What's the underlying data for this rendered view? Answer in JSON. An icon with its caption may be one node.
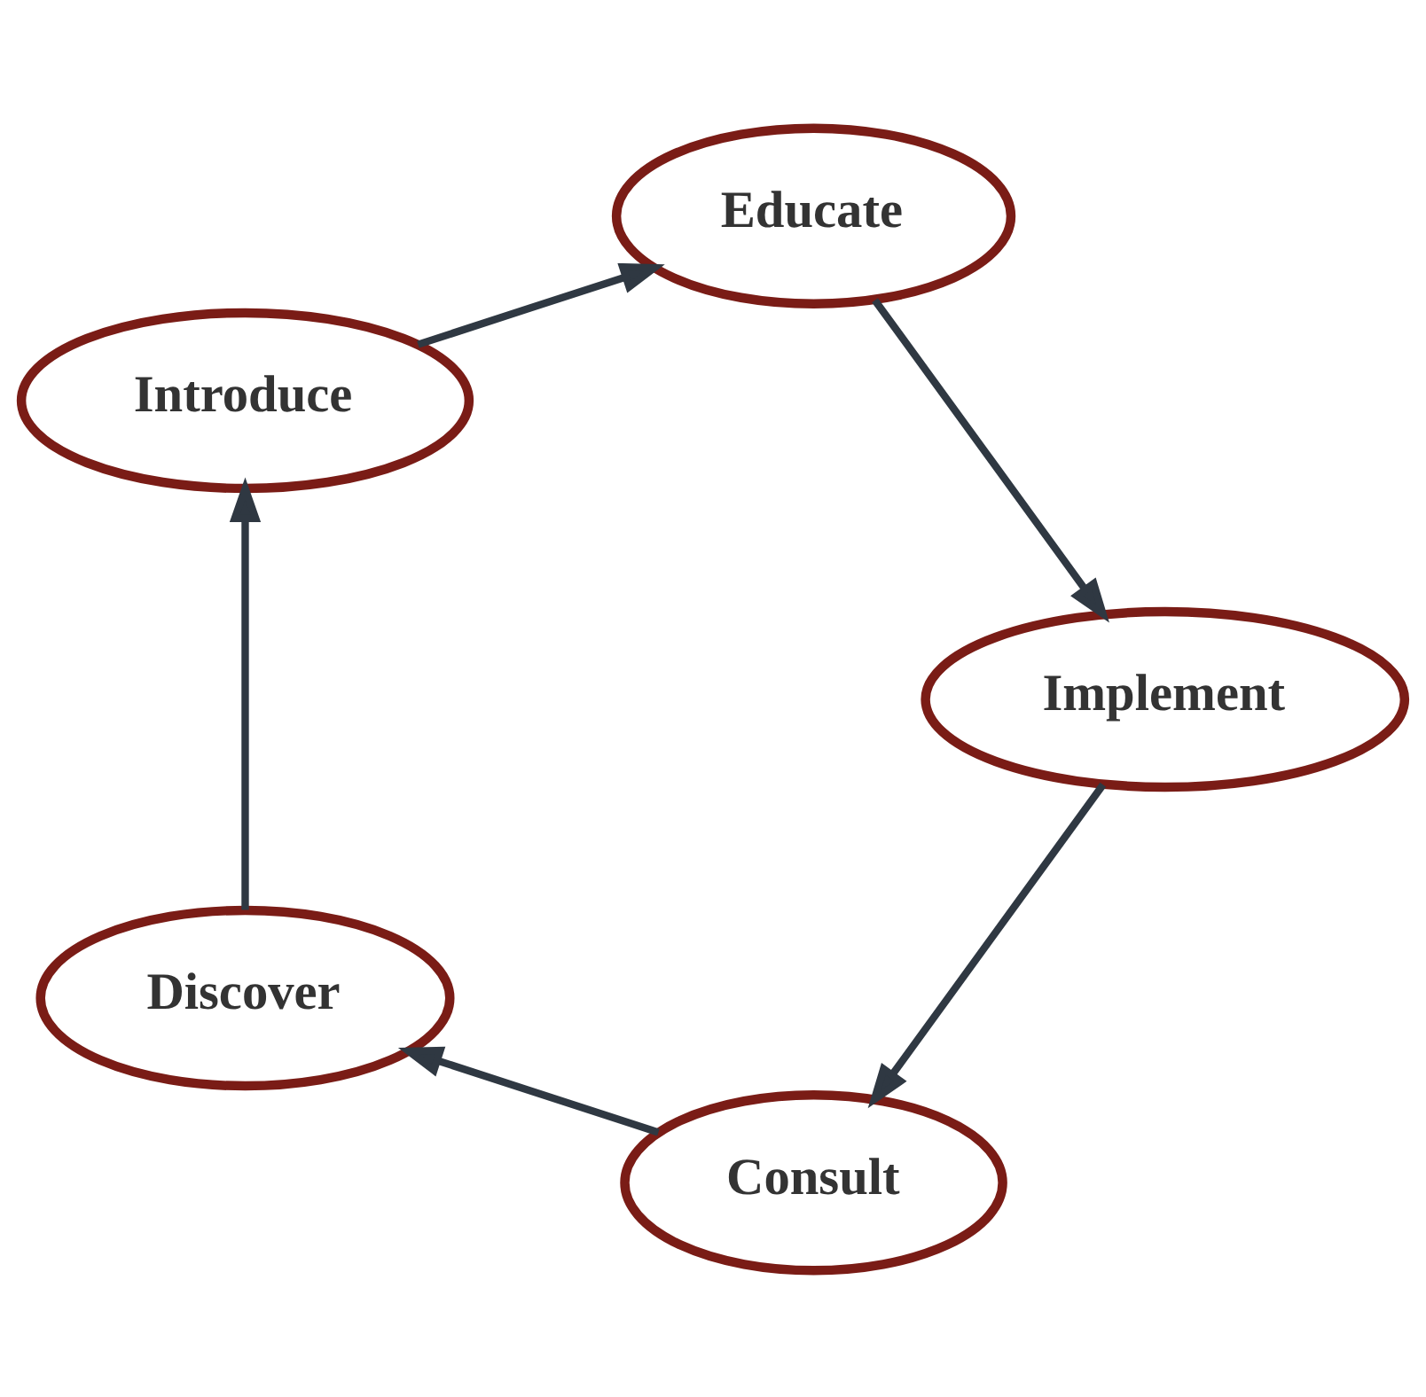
{
  "diagram": {
    "nodes": [
      {
        "text": [
          "Consult"
        ]
      },
      {
        "text": [
          "Discover"
        ]
      },
      {
        "text": [
          "Implement"
        ]
      },
      {
        "text": [
          "Introduce"
        ]
      },
      {
        "text": [
          "Educate"
        ]
      }
    ],
    "edges": [
      {
        "from": 0,
        "to": 1,
        "arrow": "to"
      },
      {
        "from": 2,
        "to": 0,
        "arrow": "to"
      },
      {
        "from": 4,
        "to": 2,
        "arrow": "to"
      },
      {
        "from": 3,
        "to": 4,
        "arrow": "to"
      },
      {
        "from": 1,
        "to": 3,
        "arrow": "to"
      }
    ]
  }
}
